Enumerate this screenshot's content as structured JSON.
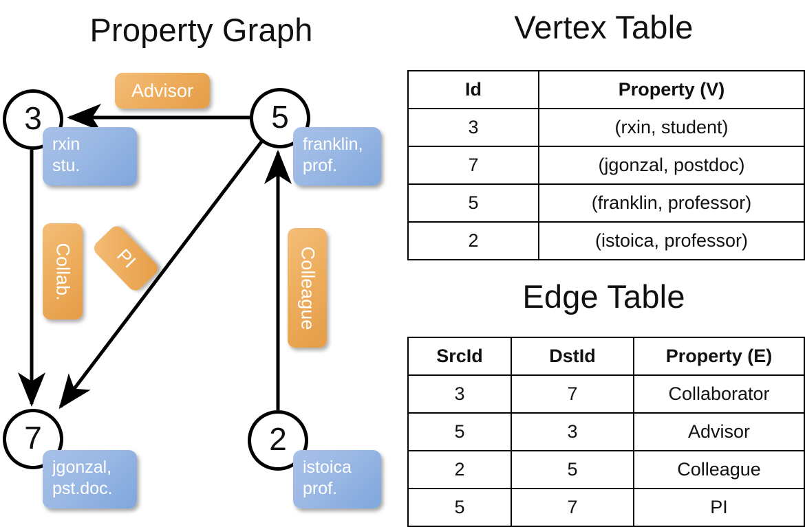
{
  "panels": {
    "graph_title": "Property Graph",
    "vertex_title": "Vertex Table",
    "edge_title": "Edge Table"
  },
  "colors": {
    "vertex_cell": "#d7e1f2",
    "edge_cell": "#f6e0c7",
    "node_box": "#9ab8e4",
    "edge_label_box": "#eeae5e",
    "stroke": "#000000"
  },
  "graph": {
    "nodes": [
      {
        "id": "3",
        "prop_lines": [
          "rxin",
          "stu."
        ]
      },
      {
        "id": "5",
        "prop_lines": [
          "franklin,",
          "prof."
        ]
      },
      {
        "id": "7",
        "prop_lines": [
          "jgonzal,",
          "pst.doc."
        ]
      },
      {
        "id": "2",
        "prop_lines": [
          "istoica",
          "prof."
        ]
      }
    ],
    "edge_labels": [
      {
        "name": "advisor",
        "text": "Advisor"
      },
      {
        "name": "collab",
        "text": "Collab."
      },
      {
        "name": "pi",
        "text": "PI"
      },
      {
        "name": "colleague",
        "text": "Colleague"
      }
    ],
    "edges": [
      {
        "src": "5",
        "dst": "3",
        "label": "Advisor"
      },
      {
        "src": "3",
        "dst": "7",
        "label": "Collab."
      },
      {
        "src": "5",
        "dst": "7",
        "label": "PI"
      },
      {
        "src": "2",
        "dst": "5",
        "label": "Colleague"
      }
    ]
  },
  "vertex_table": {
    "headers": [
      "Id",
      "Property (V)"
    ],
    "rows": [
      {
        "id": "3",
        "property": "(rxin, student)"
      },
      {
        "id": "7",
        "property": "(jgonzal, postdoc)"
      },
      {
        "id": "5",
        "property": "(franklin, professor)"
      },
      {
        "id": "2",
        "property": "(istoica, professor)"
      }
    ]
  },
  "edge_table": {
    "headers": [
      "SrcId",
      "DstId",
      "Property (E)"
    ],
    "rows": [
      {
        "src": "3",
        "dst": "7",
        "property": "Collaborator"
      },
      {
        "src": "5",
        "dst": "3",
        "property": "Advisor"
      },
      {
        "src": "2",
        "dst": "5",
        "property": "Colleague"
      },
      {
        "src": "5",
        "dst": "7",
        "property": "PI"
      }
    ]
  }
}
